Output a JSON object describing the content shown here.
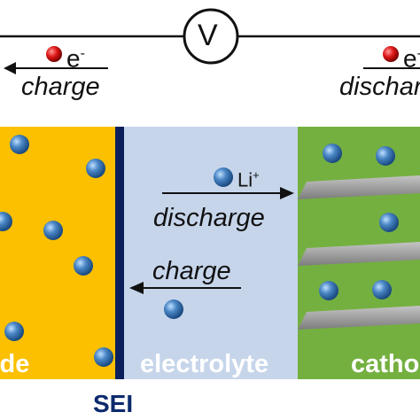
{
  "circuit": {
    "voltmeter_symbol": "V",
    "left_electron": {
      "symbol": "e",
      "superscript": "-",
      "direction_label": "charge"
    },
    "right_electron": {
      "symbol": "e",
      "superscript": "-",
      "direction_label": "discharge"
    }
  },
  "regions": {
    "anode": {
      "label": "anode",
      "color": "#fcc000"
    },
    "sei": {
      "label": "SEI",
      "color": "#0a1f5c"
    },
    "electrolyte": {
      "label": "electrolyte",
      "color": "#c6d5ea"
    },
    "cathode": {
      "label": "cathode",
      "color": "#74b040"
    }
  },
  "ion": {
    "symbol": "Li",
    "superscript": "+",
    "color": "#4a86c5"
  },
  "arrows": {
    "discharge_label": "discharge",
    "charge_label": "charge"
  },
  "colors": {
    "electron": "#e01818",
    "wire": "#111111",
    "cathode_layer": "#9a9a9a",
    "label_text": "#111111",
    "sei_text": "#0d2a6e"
  }
}
